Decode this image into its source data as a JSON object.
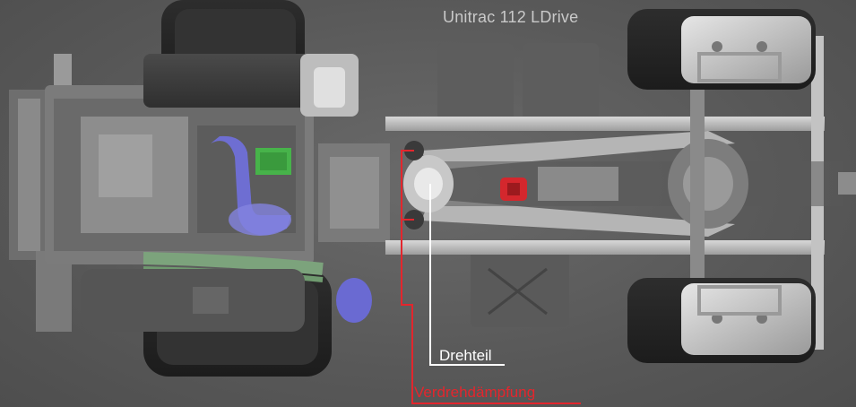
{
  "title": "Unitrac 112 LDrive",
  "labels": {
    "drehteil": "Drehteil",
    "verdrehdaempfung": "Verdrehdämpfung"
  },
  "colors": {
    "background": "#5a5a5a",
    "title_text": "#c9c9c9",
    "drehteil_callout": "#ffffff",
    "verdrehdaempfung_callout": "#e3262d",
    "engine_blue_part": "#6f6fd8",
    "engine_green_part": "#47b34a"
  }
}
